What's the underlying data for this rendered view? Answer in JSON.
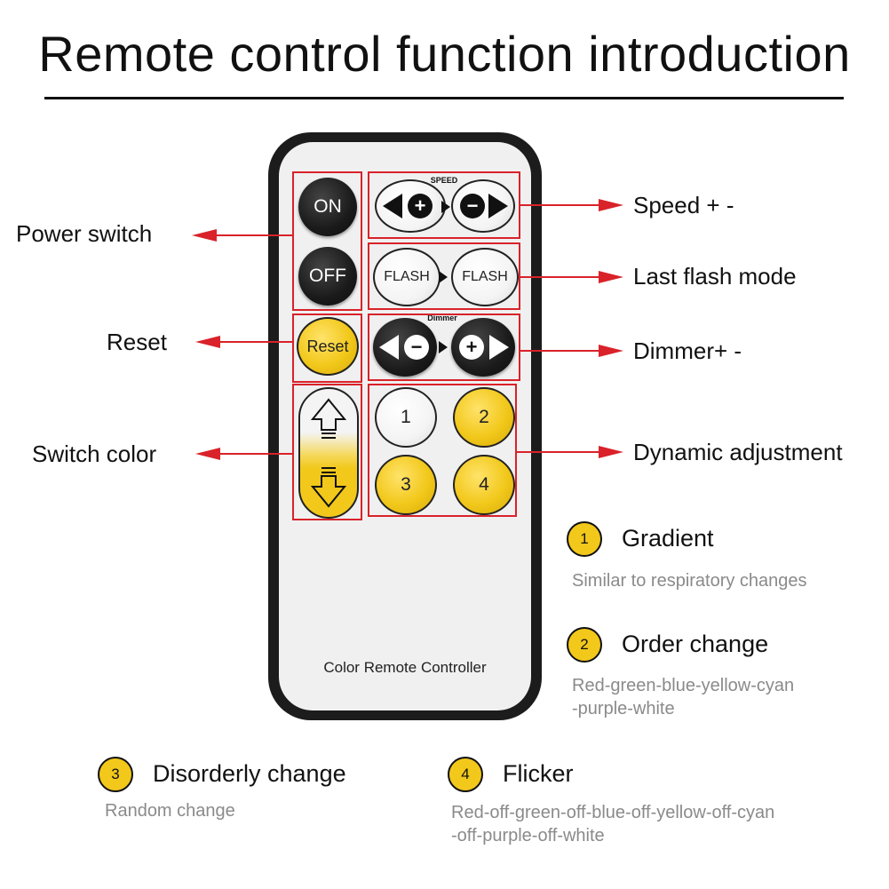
{
  "title": "Remote control function introduction",
  "remote": {
    "brand": "Color Remote Controller",
    "buttons": {
      "on": "ON",
      "off": "OFF",
      "reset": "Reset",
      "flash_left": "FLASH",
      "flash_right": "FLASH",
      "mode1": "1",
      "mode2": "2",
      "mode3": "3",
      "mode4": "4",
      "speed_plus": "+",
      "speed_minus": "−",
      "dimmer_minus": "−",
      "dimmer_plus": "+"
    },
    "speed_label": "SPEED",
    "dimmer_label": "Dimmer"
  },
  "labels": {
    "power_switch": "Power switch",
    "reset": "Reset",
    "switch_color": "Switch color",
    "speed": "Speed + -",
    "last_flash": "Last flash mode",
    "dimmer": "Dimmer+ -",
    "dynamic": "Dynamic adjustment"
  },
  "modes": [
    {
      "num": "1",
      "title": "Gradient",
      "desc": [
        "Similar to respiratory changes"
      ]
    },
    {
      "num": "2",
      "title": "Order change",
      "desc": [
        "Red-green-blue-yellow-cyan",
        "-purple-white"
      ]
    },
    {
      "num": "3",
      "title": "Disorderly change",
      "desc": [
        "Random change"
      ]
    },
    {
      "num": "4",
      "title": "Flicker",
      "desc": [
        "Red-off-green-off-blue-off-yellow-off-cyan",
        "-off-purple-off-white"
      ]
    }
  ],
  "colors": {
    "accent_red": "#d9222a",
    "button_yellow": "#f2c81b",
    "remote_black": "#1c1c1c"
  }
}
